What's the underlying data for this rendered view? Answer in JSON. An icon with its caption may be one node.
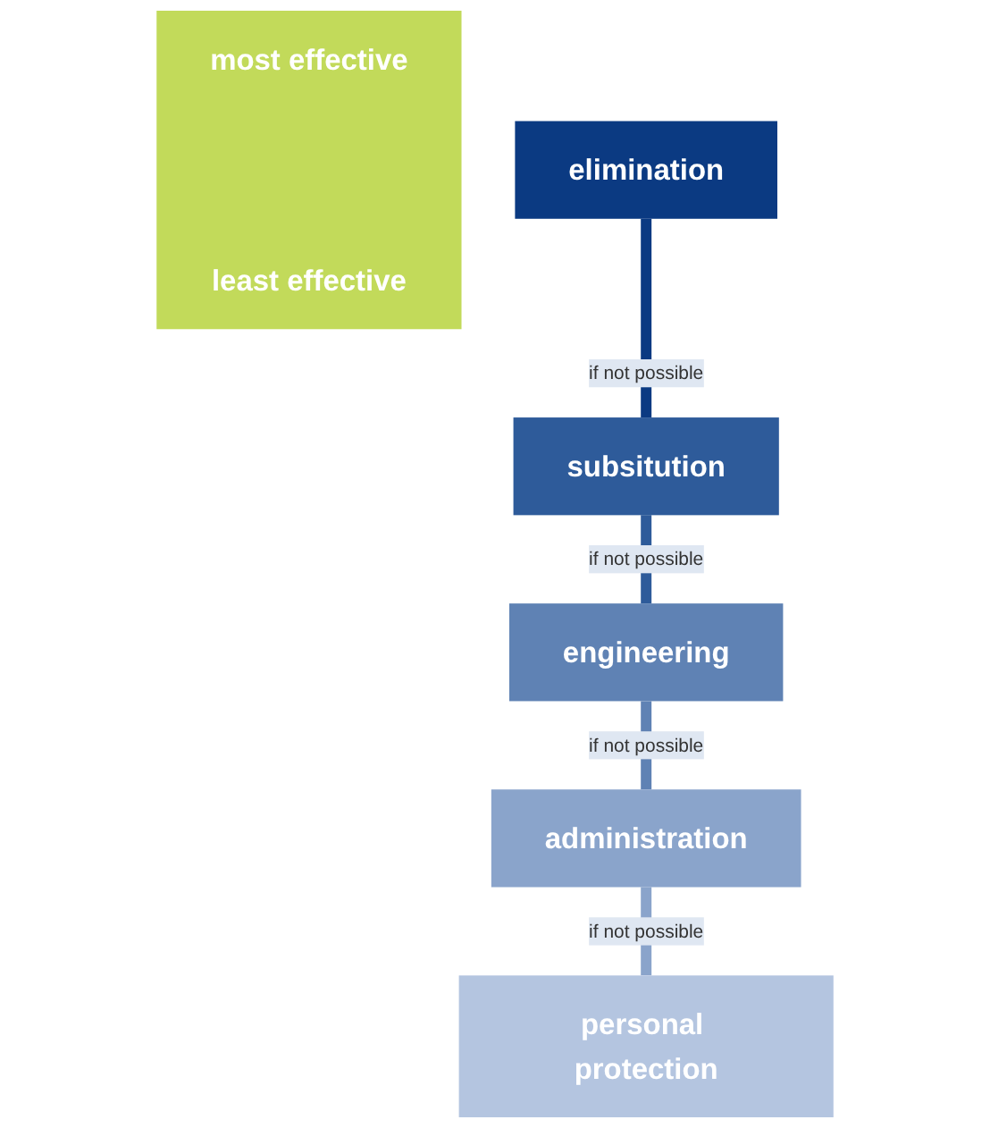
{
  "diagram": {
    "nodes": [
      {
        "text": [
          "most effective",
          "least effective"
        ]
      },
      {
        "text": [
          "elimination"
        ]
      },
      {
        "text": [
          "subsitution"
        ]
      },
      {
        "text": [
          "engineering"
        ]
      },
      {
        "text": [
          "administration"
        ]
      },
      {
        "text": [
          "personal protection"
        ]
      }
    ],
    "edges": [
      {
        "from": 1,
        "to": 2,
        "arrow": "none",
        "label": "if not possible",
        "color": "#0b3a82"
      },
      {
        "from": 2,
        "to": 3,
        "arrow": "none",
        "label": "if not possible",
        "color": "#2e5b9a"
      },
      {
        "from": 3,
        "to": 4,
        "arrow": "none",
        "label": "if not possible",
        "color": "#5f82b4"
      },
      {
        "from": 4,
        "to": 5,
        "arrow": "none",
        "label": "if not possible",
        "color": "#8aa4cb"
      }
    ]
  }
}
